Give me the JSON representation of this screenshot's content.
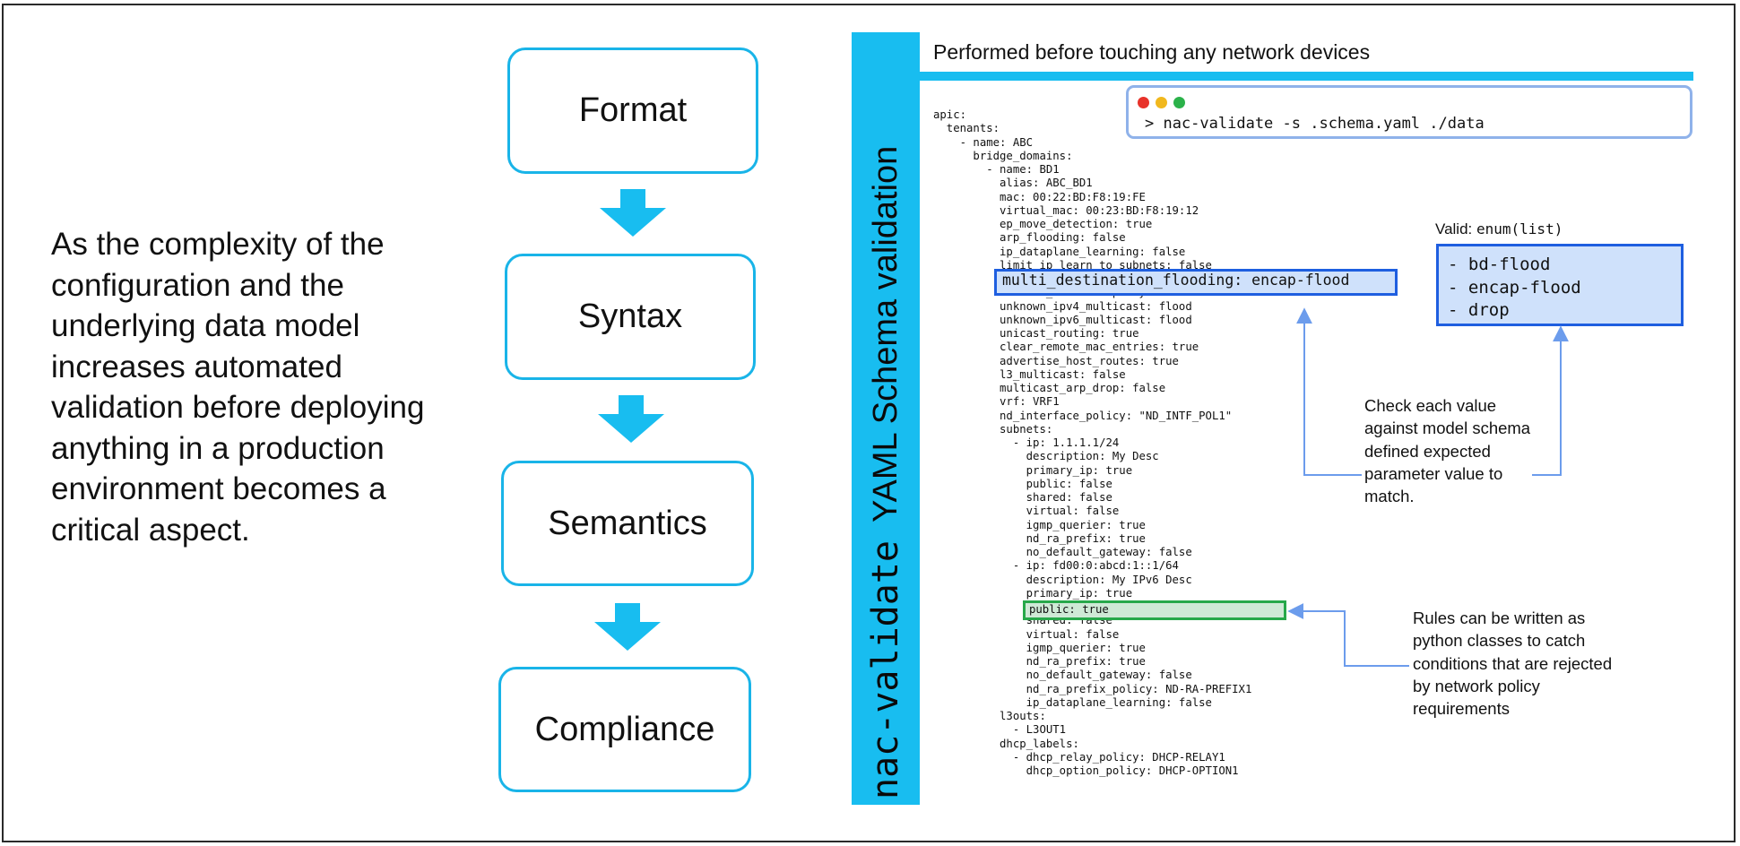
{
  "intro_text": "As the complexity of the configuration and the underlying data model increases automated validation before deploying anything in a production environment becomes a critical aspect.",
  "steps": [
    {
      "label": "Format"
    },
    {
      "label": "Syntax"
    },
    {
      "label": "Semantics"
    },
    {
      "label": "Compliance"
    }
  ],
  "side_title": {
    "command": "nac-validate",
    "subtitle": "YAML Schema validation"
  },
  "top_label": "Performed before touching any network devices",
  "terminal": {
    "command": "> nac-validate -s .schema.yaml ./data"
  },
  "yaml_before": "apic:\n  tenants:\n    - name: ABC\n      bridge_domains:\n        - name: BD1\n          alias: ABC_BD1\n          mac: 00:22:BD:F8:19:FE\n          virtual_mac: 00:23:BD:F8:19:12\n          ep_move_detection: true\n          arp_flooding: false\n          ip_dataplane_learning: false\n          limit_ip_learn_to_subnets: false",
  "highlight_value": "multi_destination_flooding: encap-flood",
  "yaml_middle": "          unknown_unicast: proxy\n          unknown_ipv4_multicast: flood\n          unknown_ipv6_multicast: flood\n          unicast_routing: true\n          clear_remote_mac_entries: true\n          advertise_host_routes: true\n          l3_multicast: false\n          multicast_arp_drop: false\n          vrf: VRF1\n          nd_interface_policy: \"ND_INTF_POL1\"\n          subnets:\n            - ip: 1.1.1.1/24\n              description: My Desc\n              primary_ip: true\n              public: false\n              shared: false\n              virtual: false\n              igmp_querier: true\n              nd_ra_prefix: true\n              no_default_gateway: false\n            - ip: fd00:0:abcd:1::1/64\n              description: My IPv6 Desc\n              primary_ip: true",
  "green_value": "public: true",
  "yaml_after": "              shared: false\n              virtual: false\n              igmp_querier: true\n              nd_ra_prefix: true\n              no_default_gateway: false\n              nd_ra_prefix_policy: ND-RA-PREFIX1\n              ip_dataplane_learning: false\n          l3outs:\n            - L3OUT1\n          dhcp_labels:\n            - dhcp_relay_policy: DHCP-RELAY1\n              dhcp_option_policy: DHCP-OPTION1",
  "enum_label": {
    "prefix": "Valid: ",
    "code": "enum(list)"
  },
  "enum_values": "- bd-flood\n- encap-flood\n- drop",
  "note_schema": "Check each value against model schema defined expected parameter value to match.",
  "note_rules": "Rules can be written as python classes to catch conditions that are rejected by network policy requirements",
  "colors": {
    "accent_cyan": "#18bdf0",
    "box_blue": "#1e5ee0",
    "box_green": "#27a84a",
    "highlight_blue": "#cfe1fb",
    "highlight_green": "#cfe9d6"
  }
}
